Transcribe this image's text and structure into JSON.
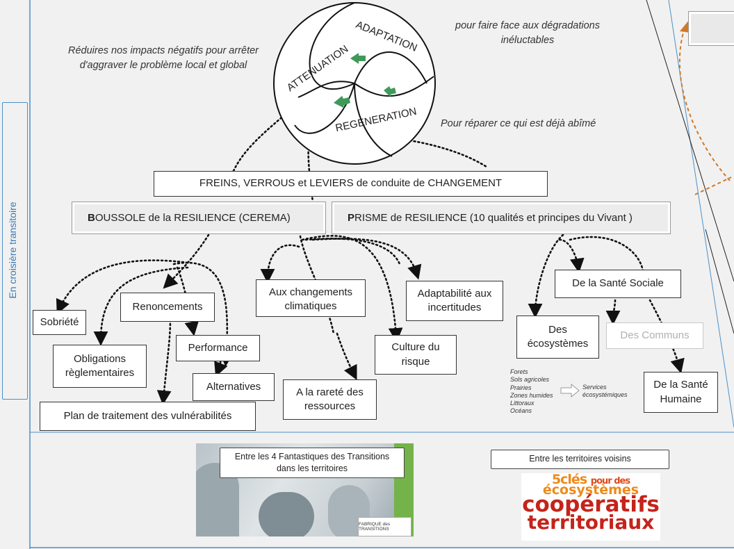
{
  "side_label": "En croisière transitoire",
  "circle": {
    "adaptation": "ADAPTATION",
    "attenuation": "ATTENUATION",
    "regeneration": "REGENERATION"
  },
  "notes": {
    "attenuation": "Réduires nos impacts négatifs pour arrêter d'aggraver le problème local et global",
    "adaptation": "pour faire face aux dégradations inéluctables",
    "regeneration": "Pour réparer ce qui est déjà abîmé"
  },
  "freins": "FREINS, VERROUS et LEVIERS de conduite de CHANGEMENT",
  "boussole": {
    "initial": "B",
    "rest": "OUSSOLE de la RESILIENCE (CEREMA)"
  },
  "prisme": {
    "initial": "P",
    "rest": "RISME de RESILIENCE (10 qualités et principes du Vivant )"
  },
  "boussole_items": {
    "sobriete": "Sobriété",
    "renoncements": "Renoncements",
    "obligations": "Obligations règlementaires",
    "performance": "Performance",
    "alternatives": "Alternatives",
    "plan": "Plan de traitement des vulnérabilités"
  },
  "middle_items": {
    "changements": "Aux changements climatiques",
    "adaptabilite": "Adaptabilité aux incertitudes",
    "culture": "Culture du risque",
    "rarete": "A la rareté des ressources"
  },
  "prisme_items": {
    "sante_sociale": "De la Santé Sociale",
    "ecosystemes": "Des écosystèmes",
    "communs": "Des Communs",
    "sante_humaine": "De la Santé Humaine"
  },
  "ecosystem_list": [
    "Forets",
    "Sols agricoles",
    "Prairies",
    "Zones humides",
    "Littoraux",
    "Océans"
  ],
  "services": "Services écosystémiques",
  "bottom": {
    "fantastiques": "Entre les 4 Fantastiques des Transitions dans les territoires",
    "fabrique": "FABRIQUE des TRANSITIONS",
    "voisins": "Entre les territoires voisins",
    "cles_1": "5clés",
    "cles_2": "pour des",
    "cles_3": "écosystèmes",
    "cles_4": "coopératifs",
    "cles_5": "territoriaux"
  },
  "colors": {
    "arrow_green": "#3f9a5a",
    "accent_blue": "#4a90c8",
    "orange_dash": "#d0782a",
    "logo_red": "#c4241b",
    "logo_orange": "#ee8a1a"
  }
}
